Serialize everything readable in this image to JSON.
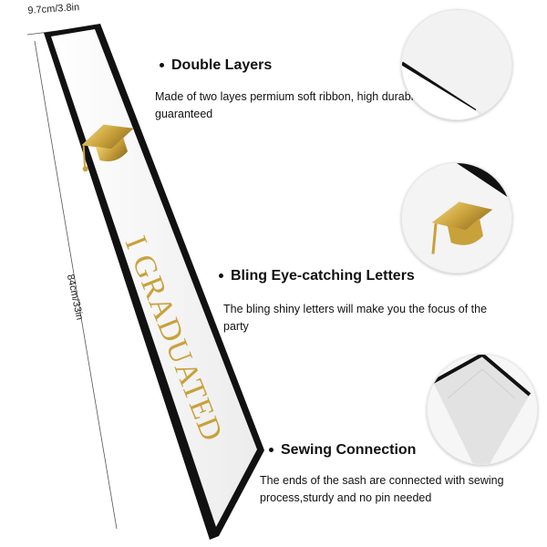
{
  "dimensions": {
    "width_label": "9.7cm/3.8in",
    "length_label": "84cm/33in"
  },
  "sash": {
    "text": "I GRADUATED",
    "ribbon_color": "#f7f7f7",
    "trim_color": "#111111",
    "letter_color": "#c9a13b",
    "icon": "graduation-cap-icon"
  },
  "features": [
    {
      "title": "Double Layers",
      "description": "Made of two layes permium soft ribbon, high durability guaranteed"
    },
    {
      "title": "Bling Eye-catching Letters",
      "description": "The bling shiny letters will make you the focus of the party"
    },
    {
      "title": "Sewing Connection",
      "description": "The ends of the sash are connected with sewing process,sturdy and no pin needed"
    }
  ],
  "detail_circles": [
    {
      "icon": "ribbon-edge-detail"
    },
    {
      "icon": "graduation-cap-icon"
    },
    {
      "icon": "sash-end-seam-detail"
    }
  ]
}
